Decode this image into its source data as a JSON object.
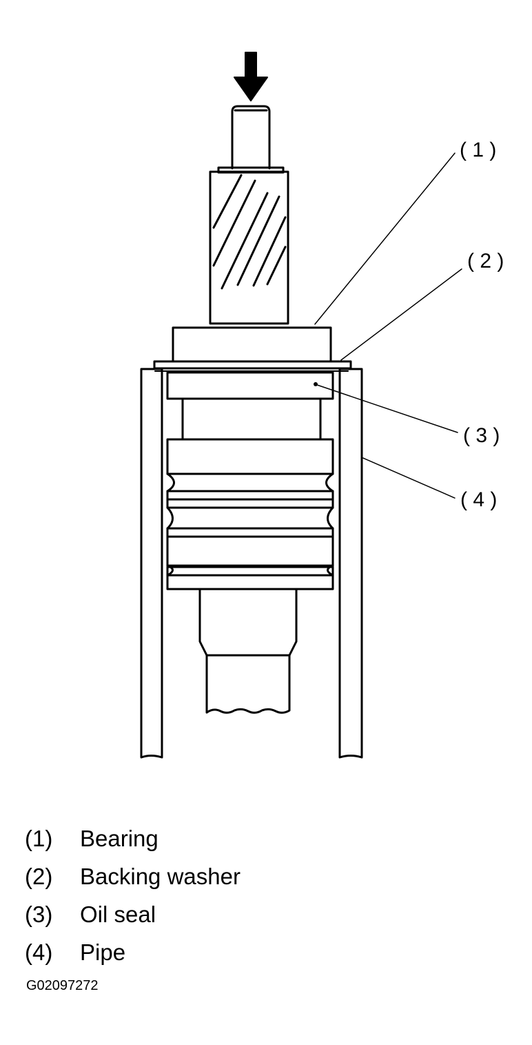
{
  "callouts": {
    "c1": "( 1 )",
    "c2": "( 2 )",
    "c3": "( 3 )",
    "c4": "( 4 )"
  },
  "legend": [
    {
      "num": "(1)",
      "label": "Bearing"
    },
    {
      "num": "(2)",
      "label": "Backing washer"
    },
    {
      "num": "(3)",
      "label": "Oil seal"
    },
    {
      "num": "(4)",
      "label": "Pipe"
    }
  ],
  "figure_code": "G02097272"
}
